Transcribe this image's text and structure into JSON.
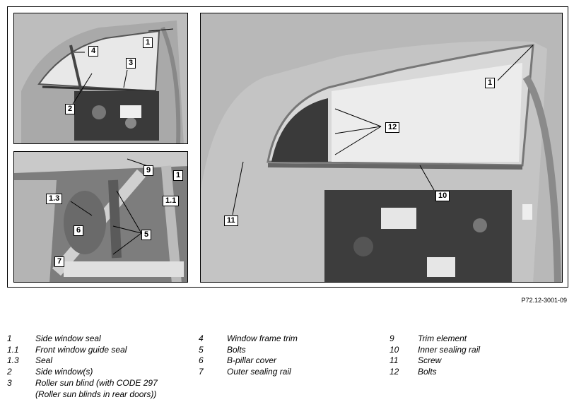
{
  "figure_ref": "P72.12-3001-09",
  "callouts": {
    "tl": [
      "1",
      "4",
      "3",
      "2"
    ],
    "bl": [
      "9",
      "1",
      "1.3",
      "1.1",
      "6",
      "5",
      "7"
    ],
    "right": [
      "1",
      "12",
      "10",
      "11"
    ]
  },
  "legend": {
    "col1": [
      {
        "num": "1",
        "text": "Side window seal"
      },
      {
        "num": "1.1",
        "text": "Front window guide seal"
      },
      {
        "num": "1.3",
        "text": "Seal"
      },
      {
        "num": "2",
        "text": "Side window(s)"
      },
      {
        "num": "3",
        "text": "Roller sun blind (with CODE 297"
      },
      {
        "num": "",
        "text": "(Roller sun blinds in rear doors))"
      }
    ],
    "col2": [
      {
        "num": "4",
        "text": "Window frame trim"
      },
      {
        "num": "5",
        "text": "Bolts"
      },
      {
        "num": "6",
        "text": "B-pillar cover"
      },
      {
        "num": "7",
        "text": "Outer sealing rail"
      }
    ],
    "col3": [
      {
        "num": "9",
        "text": "Trim element"
      },
      {
        "num": "10",
        "text": "Inner sealing rail"
      },
      {
        "num": "11",
        "text": "Screw"
      },
      {
        "num": "12",
        "text": "Bolts"
      }
    ]
  }
}
